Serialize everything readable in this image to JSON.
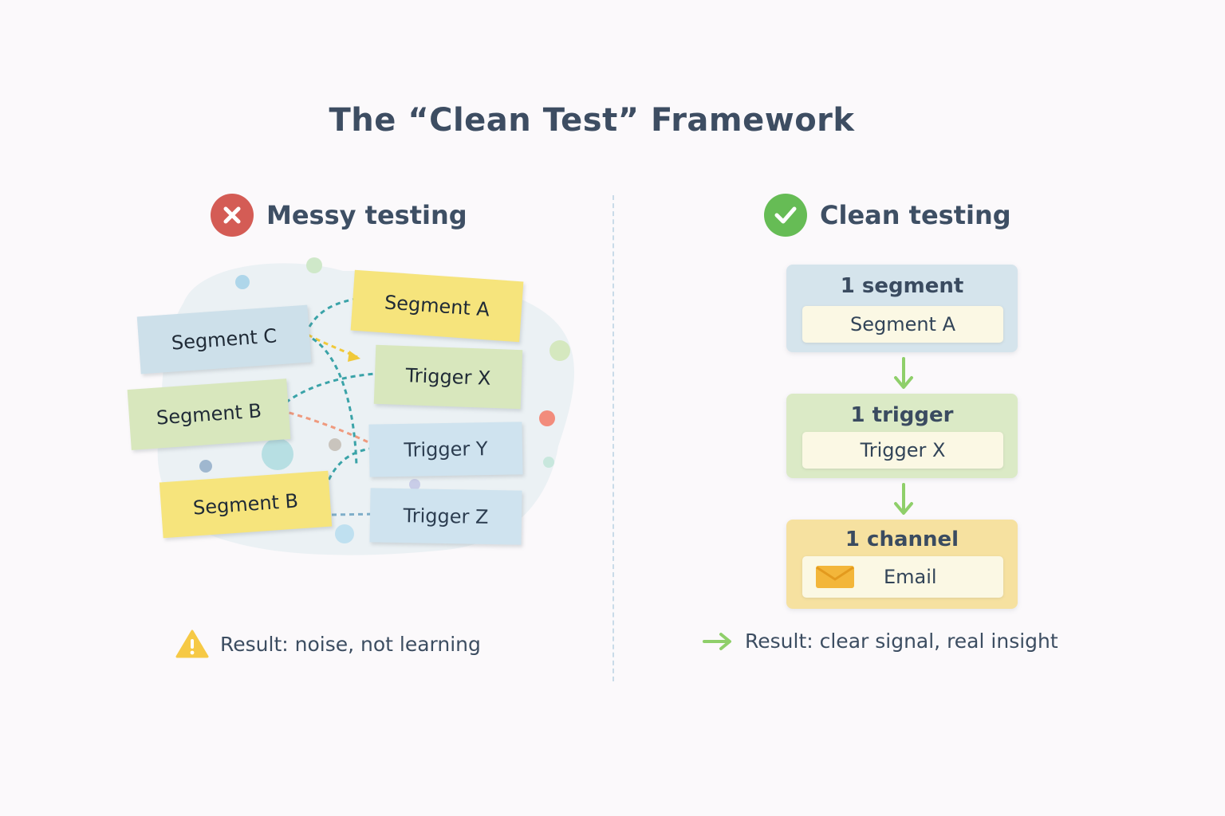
{
  "title": "The “Clean Test” Framework",
  "messy": {
    "heading": "Messy testing",
    "icon": "x-circle-icon",
    "notes": {
      "segment_c": "Segment C",
      "segment_a": "Segment A",
      "trigger_x": "Trigger X",
      "segment_b1": "Segment B",
      "trigger_y": "Trigger Y",
      "segment_b2": "Segment B",
      "trigger_z": "Trigger Z"
    },
    "result": "Result: noise, not learning",
    "result_icon": "warning-icon"
  },
  "clean": {
    "heading": "Clean testing",
    "icon": "check-circle-icon",
    "steps": [
      {
        "label": "1 segment",
        "value": "Segment A"
      },
      {
        "label": "1 trigger",
        "value": "Trigger X"
      },
      {
        "label": "1 channel",
        "value": "Email",
        "icon": "envelope-icon"
      }
    ],
    "result": "Result: clear signal, real insight",
    "result_icon": "arrow-right-icon"
  },
  "colors": {
    "error": "#d45c55",
    "success": "#66bc55",
    "note_yellow": "#f6e47c",
    "note_blue": "#cde0ea",
    "note_green": "#d8e7bd",
    "arrow_teal": "#3aa3a8",
    "arrow_orange": "#ef9a7e"
  }
}
